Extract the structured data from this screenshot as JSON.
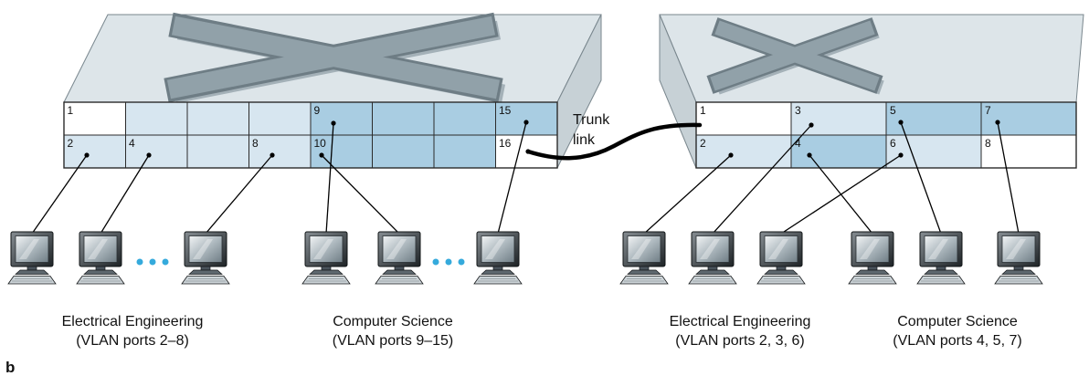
{
  "figure_label": "b",
  "trunk_label": {
    "line1": "Trunk",
    "line2": "link"
  },
  "colors": {
    "ee_vlan": "#d7e6f0",
    "cs_vlan": "#a9cde2",
    "unused_port": "#ffffff",
    "switch_top_face": "#dde5e9",
    "switch_side_face": "#c7d1d6",
    "crossbar_front": "#91a1a9",
    "crossbar_edge": "#6e7d85",
    "crossbar_shadow": "#a4b1b8",
    "ellipsis_dots": "#35aadc"
  },
  "left_switch": {
    "row1": [
      {
        "label": "1",
        "vlan": "unused"
      },
      {
        "label": "",
        "vlan": "ee"
      },
      {
        "label": "",
        "vlan": "ee"
      },
      {
        "label": "",
        "vlan": "ee"
      },
      {
        "label": "9",
        "vlan": "cs"
      },
      {
        "label": "",
        "vlan": "cs"
      },
      {
        "label": "",
        "vlan": "cs"
      },
      {
        "label": "15",
        "vlan": "cs"
      }
    ],
    "row2": [
      {
        "label": "2",
        "vlan": "ee"
      },
      {
        "label": "4",
        "vlan": "ee"
      },
      {
        "label": "",
        "vlan": "ee"
      },
      {
        "label": "8",
        "vlan": "ee"
      },
      {
        "label": "10",
        "vlan": "cs"
      },
      {
        "label": "",
        "vlan": "cs"
      },
      {
        "label": "",
        "vlan": "cs"
      },
      {
        "label": "16",
        "vlan": "unused"
      }
    ]
  },
  "right_switch": {
    "row1": [
      {
        "label": "1",
        "vlan": "unused"
      },
      {
        "label": "3",
        "vlan": "ee"
      },
      {
        "label": "5",
        "vlan": "cs"
      },
      {
        "label": "7",
        "vlan": "cs"
      }
    ],
    "row2": [
      {
        "label": "2",
        "vlan": "ee"
      },
      {
        "label": "4",
        "vlan": "cs"
      },
      {
        "label": "6",
        "vlan": "ee"
      },
      {
        "label": "8",
        "vlan": "unused"
      }
    ]
  },
  "groups": {
    "left_ee": {
      "title": "Electrical Engineering",
      "subtitle": "(VLAN ports 2–8)"
    },
    "left_cs": {
      "title": "Computer Science",
      "subtitle": "(VLAN ports 9–15)"
    },
    "right_ee": {
      "title": "Electrical Engineering",
      "subtitle": "(VLAN ports 2, 3, 6)"
    },
    "right_cs": {
      "title": "Computer Science",
      "subtitle": "(VLAN ports 4, 5, 7)"
    }
  }
}
